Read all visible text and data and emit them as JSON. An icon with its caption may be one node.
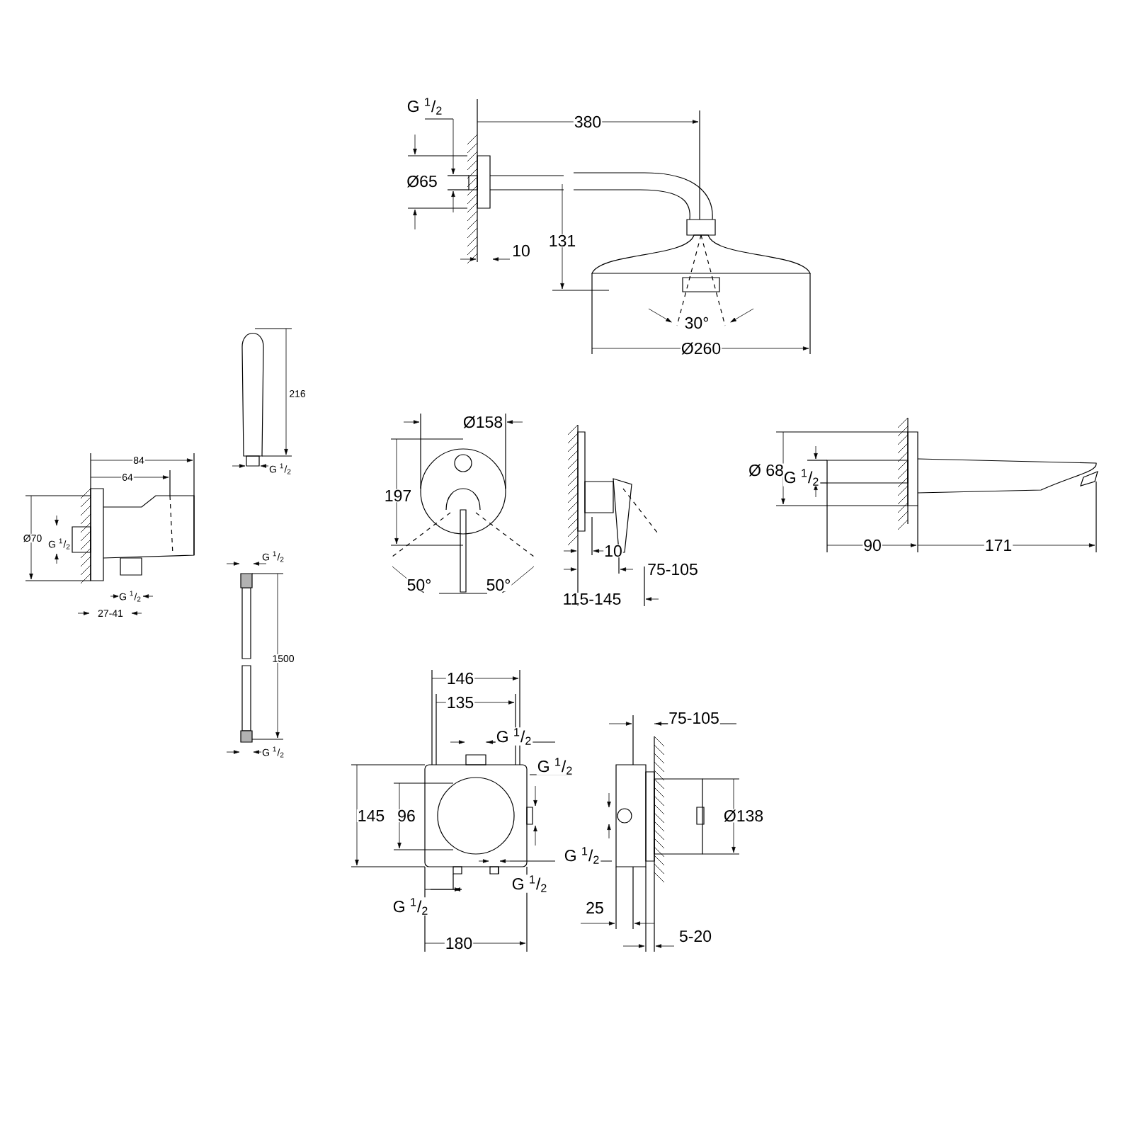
{
  "diagram": {
    "labels": [
      "G $^{1}$/$_{2}$",
      "380",
      "Ø65",
      "131",
      "10",
      "30°",
      "Ø260",
      "216",
      "Ø158",
      "84",
      "G $^{1}$/$_{2}$",
      "Ø 68",
      "G $^{1}$/$_{2}$",
      "64",
      "197",
      "Ø70",
      "G $^{1}$/$_{2}$",
      "90",
      "171",
      "10",
      "G $^{1}$/$_{2}$",
      "75-105",
      "50°",
      "50°",
      "G $^{1}$/$_{2}$",
      "115-145",
      "27-41",
      "1500",
      "146",
      "135",
      "75-105",
      "G $^{1}$/$_{2}$",
      "G $^{1}$/$_{2}$",
      "G $^{1}$/$_{2}$",
      "145",
      "96",
      "Ø138",
      "G $^{1}$/$_{2}$",
      "G $^{1}$/$_{2}$",
      "G $^{1}$/$_{2}$",
      "25",
      "180",
      "5-20"
    ]
  }
}
